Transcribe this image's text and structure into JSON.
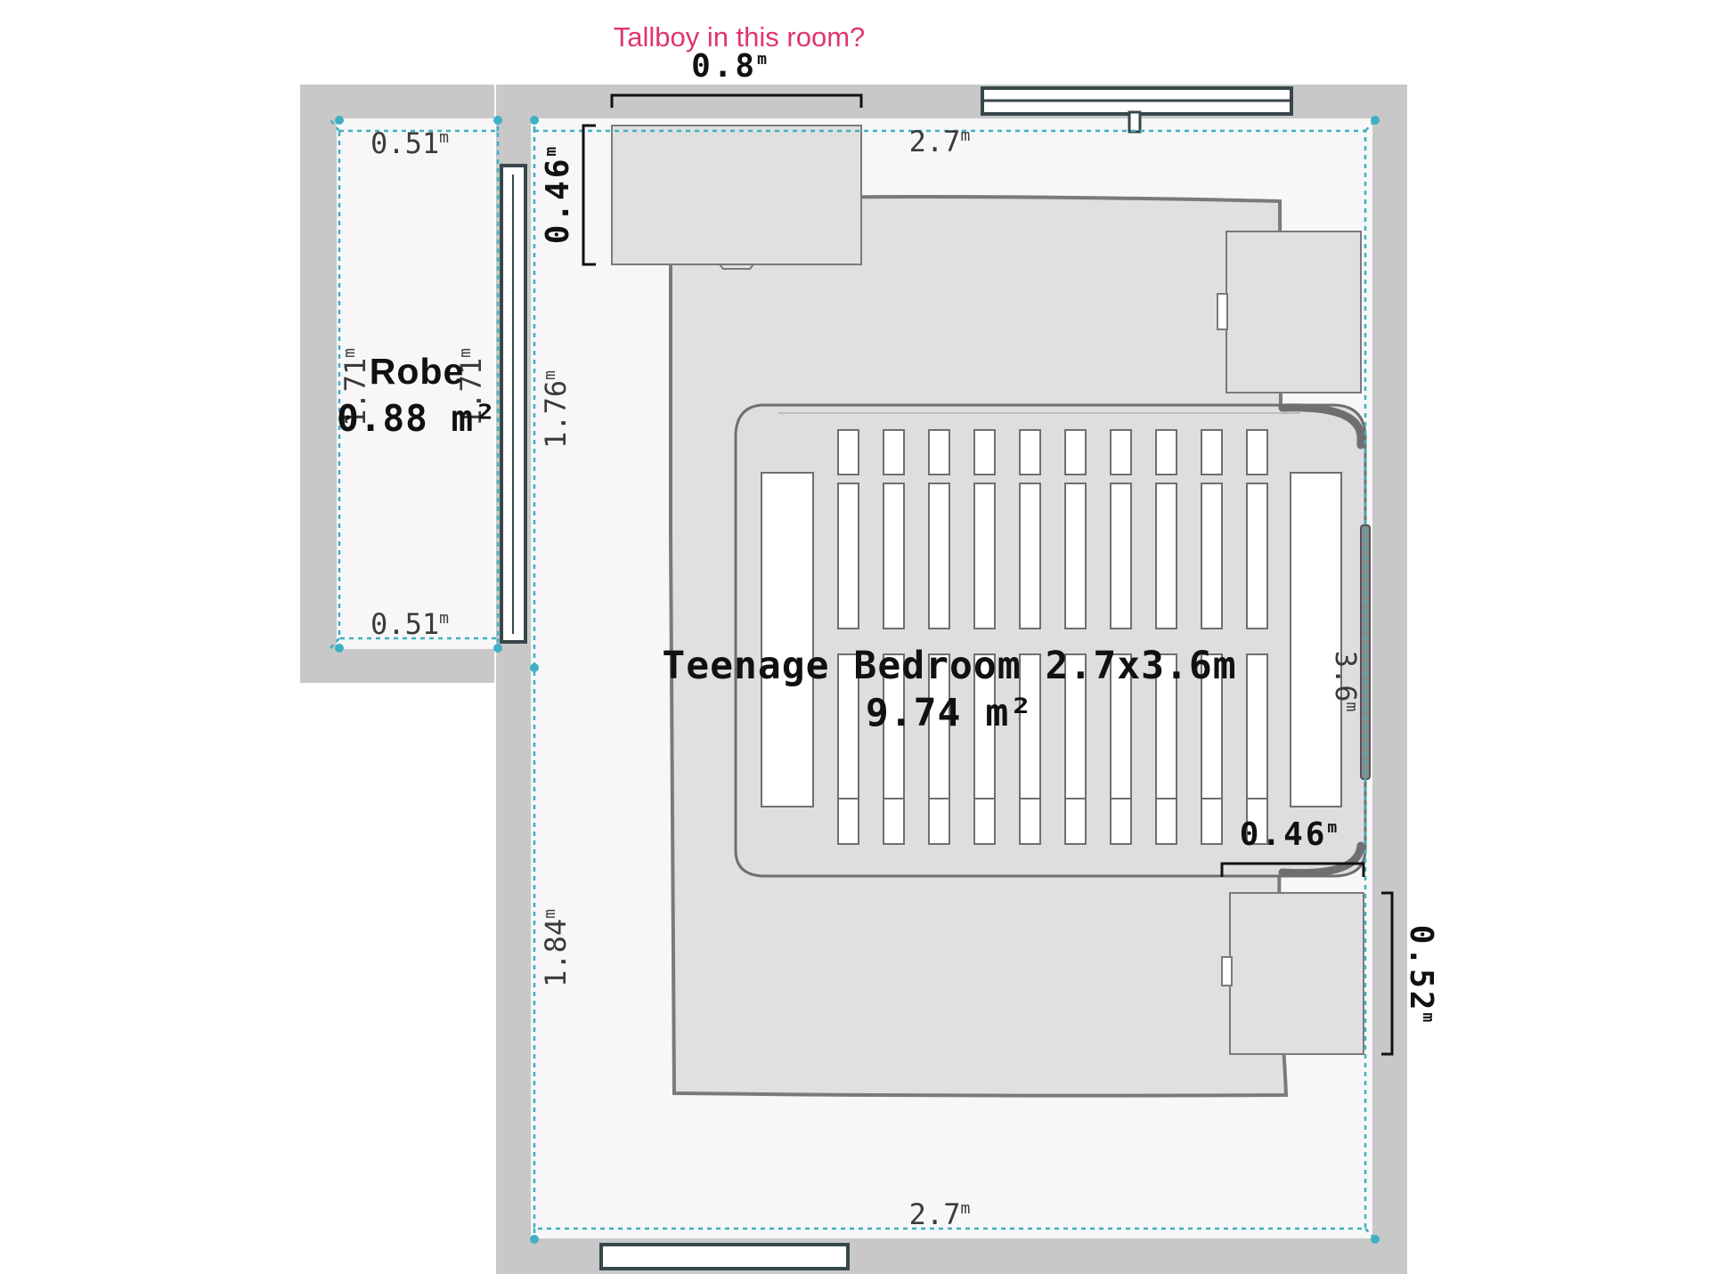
{
  "colors": {
    "wall": "#c8c8c8",
    "floor": "#f7f7f7",
    "furniture": "#e0e0e0",
    "furniture_outline": "#7a7a7a",
    "dimension_line": "#3fb0c4",
    "window": "#37474a",
    "note": "#e0366a",
    "label": "#111111"
  },
  "note": {
    "text": "Tallboy in this room?"
  },
  "unit": "m",
  "robe": {
    "label": "Robe",
    "area": "0.88 m²",
    "dims": {
      "top": "0.51",
      "bottom": "0.51",
      "left": "1.71",
      "right": "1.71"
    }
  },
  "bedroom": {
    "label": "Teenage Bedroom 2.7x3.6m",
    "area": "9.74 m²",
    "dims": {
      "top": "2.7",
      "bottom": "2.7",
      "left_upper": "1.76",
      "left_lower": "1.84",
      "right": "3.6"
    }
  },
  "furniture_dims": {
    "tallboy_width": "0.8",
    "tallboy_depth": "0.46",
    "bedside_width": "0.46",
    "bedside_depth": "0.52"
  },
  "icons": [
    "window-icon",
    "door-icon",
    "bed-icon",
    "rug-icon",
    "tallboy-icon",
    "bedside-table-icon",
    "room-corner-marker-icon"
  ]
}
